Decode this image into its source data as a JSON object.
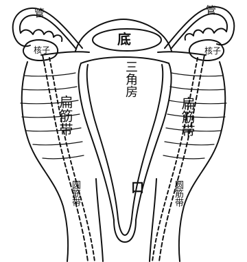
{
  "labels": {
    "fundus": "底",
    "tube_left": "管",
    "tube_right": "管",
    "ovary_left": "核子",
    "ovary_right": "核子",
    "cavity": "三角房",
    "broad_ligament_left": "扁筋带",
    "broad_ligament_right": "扁筋带",
    "os": "口",
    "round_ligament_left": "圆筋带",
    "round_ligament_right": "圆筋带"
  },
  "colors": {
    "ink": "#111111",
    "paper": "#ffffff"
  }
}
